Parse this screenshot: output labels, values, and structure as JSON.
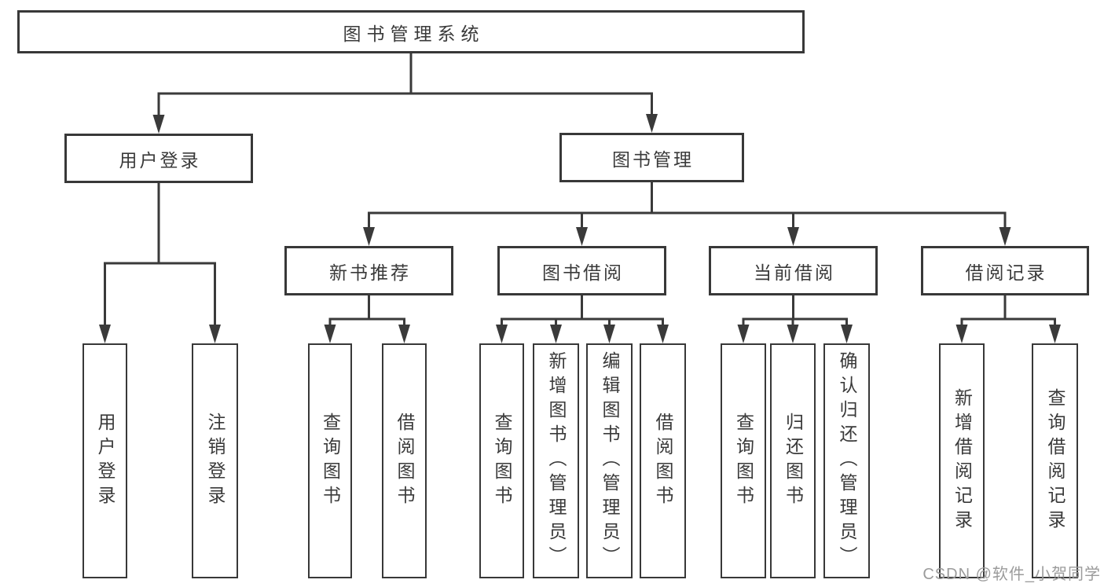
{
  "diagram": {
    "tree": {
      "root": {
        "label": "图书管理系统"
      },
      "level2": [
        {
          "label": "用户登录",
          "children": [
            {
              "label": "用户登录"
            },
            {
              "label": "注销登录"
            }
          ]
        },
        {
          "label": "图书管理",
          "children": [
            {
              "label": "新书推荐",
              "children": [
                {
                  "label": "查询图书"
                },
                {
                  "label": "借阅图书"
                }
              ]
            },
            {
              "label": "图书借阅",
              "children": [
                {
                  "label": "查询图书"
                },
                {
                  "label": "新增图书（管理员）"
                },
                {
                  "label": "编辑图书（管理员）"
                },
                {
                  "label": "借阅图书"
                }
              ]
            },
            {
              "label": "当前借阅",
              "children": [
                {
                  "label": "查询图书"
                },
                {
                  "label": "归还图书"
                },
                {
                  "label": "确认归还（管理员）"
                }
              ]
            },
            {
              "label": "借阅记录",
              "children": [
                {
                  "label": "新增借阅记录"
                },
                {
                  "label": "查询借阅记录"
                }
              ]
            }
          ]
        }
      ]
    }
  },
  "watermark": {
    "text": "CSDN @软件_小贺同学"
  },
  "colors": {
    "line": "#3a3a3a",
    "text": "#3a3a3a",
    "background": "#ffffff",
    "watermark": "#9b9b9b"
  }
}
